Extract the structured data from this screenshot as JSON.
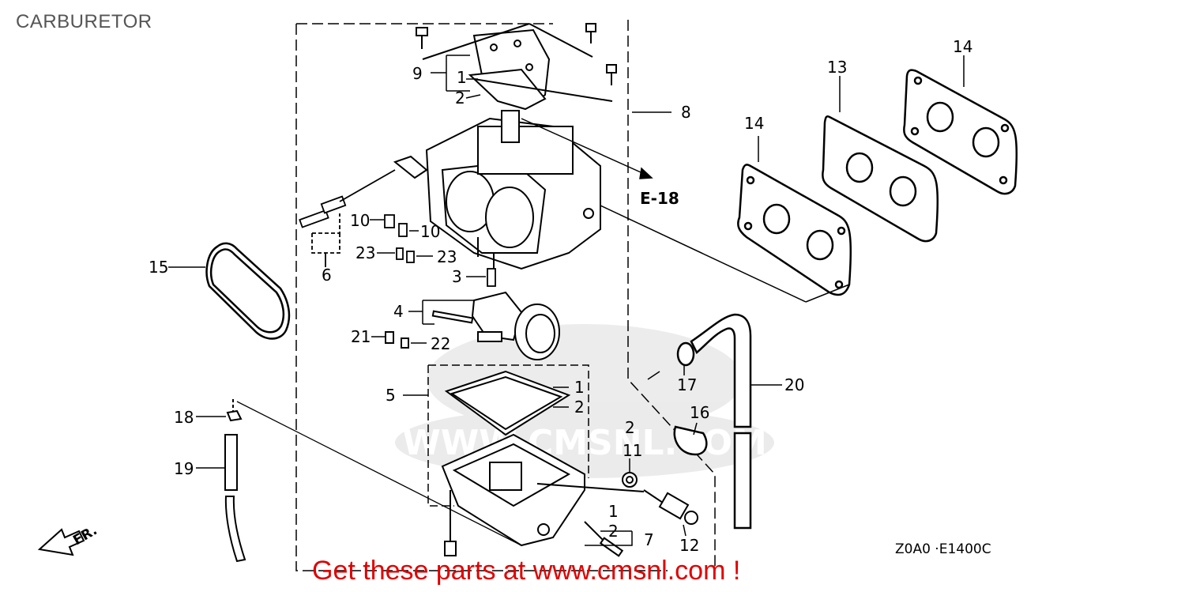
{
  "page": {
    "title": "CARBURETOR"
  },
  "diagram": {
    "reference": "E-18",
    "drawing_code": "Z0A0 ·E1400C",
    "direction_marker": "FR.",
    "watermark": "WWW.CMSNL.COM",
    "callouts": [
      "1",
      "2",
      "3",
      "4",
      "5",
      "6",
      "7",
      "8",
      "9",
      "10",
      "11",
      "12",
      "13",
      "14",
      "15",
      "16",
      "17",
      "18",
      "19",
      "20",
      "21",
      "22",
      "23"
    ]
  },
  "promo": {
    "text": "Get these parts at www.cmsnl.com !"
  }
}
